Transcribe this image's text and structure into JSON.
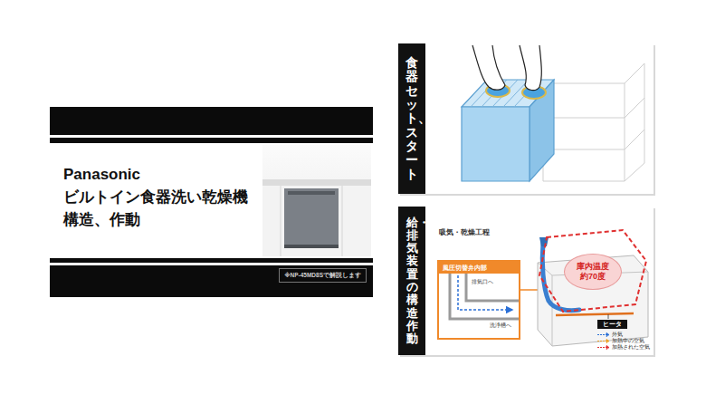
{
  "diagram": {
    "nodes": [
      {
        "text": [
          "Panasonic",
          "ビルトイン食器洗い乾燥機",
          "構造、作動"
        ]
      },
      {
        "text": [
          "※NP-45MD8Sで解説します"
        ],
        "in": 0
      },
      {
        "text": [
          "食器セット、スタート"
        ]
      },
      {
        "text": [
          "給・排気装置の構造作動"
        ]
      },
      {
        "text": [
          "風圧切替弁内部"
        ],
        "in": 3
      },
      {
        "text": [
          "庫内温度 約70度"
        ],
        "in": 3
      },
      {
        "text": [
          "ヒータ"
        ],
        "in": 3
      }
    ],
    "labels": [
      "吸気・乾燥工程",
      "排気口へ",
      "洗浄槽へ"
    ],
    "legend": [
      {
        "text": "外気"
      },
      {
        "text": "加熱中の空気"
      },
      {
        "text": "加熱された空気"
      }
    ]
  }
}
